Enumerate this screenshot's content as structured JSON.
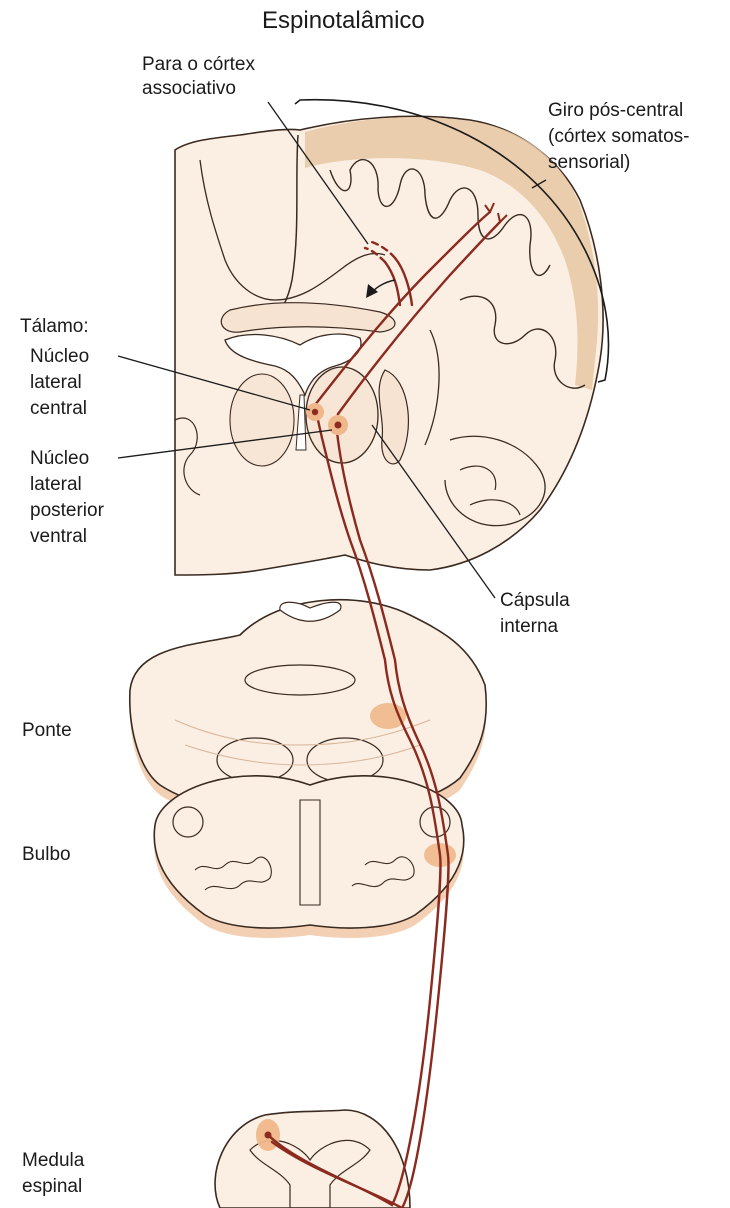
{
  "title": "Espinotalâmico",
  "labels": {
    "cortex_assoc": [
      "Para o córtex",
      "associativo"
    ],
    "giro": [
      "Giro pós-central",
      "(córtex somatos-",
      "sensorial)"
    ],
    "talamo": "Tálamo:",
    "nucleo_lc": [
      "Núcleo",
      "lateral",
      "central"
    ],
    "nucleo_lpv": [
      "Núcleo",
      "lateral",
      "posterior",
      "ventral"
    ],
    "capsula": [
      "Cápsula",
      "interna"
    ],
    "ponte": "Ponte",
    "bulbo": "Bulbo",
    "medula": [
      "Medula",
      "espinal"
    ]
  },
  "colors": {
    "tissue": "#fbeee3",
    "tissue_outline": "#3a2a20",
    "cortex_highlight": "#e6c7a3",
    "pathway": "#8b2a1e",
    "nucleus": "#f0b78a"
  }
}
